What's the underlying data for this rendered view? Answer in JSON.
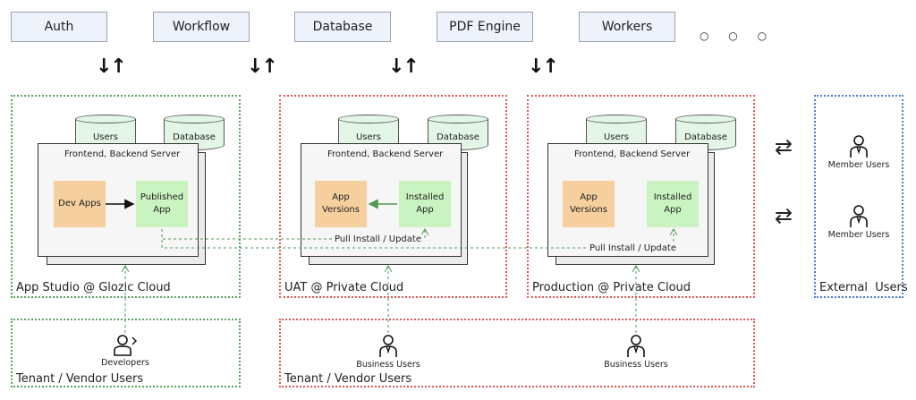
{
  "services": [
    "Auth",
    "Workflow",
    "Database",
    "PDF Engine",
    "Workers"
  ],
  "more_dots": "○ ○ ○",
  "sync_arrows": "↓↑",
  "bidir_arrows": "⇄",
  "zones": {
    "app_studio": "App Studio @ Glozic Cloud",
    "uat": "UAT @ Private Cloud",
    "production": "Production @ Private Cloud",
    "external": "External  Users",
    "tenant_left": "Tenant / Vendor Users",
    "tenant_right": "Tenant / Vendor Users"
  },
  "db_users": "Users",
  "db_database": "Database",
  "server_label": "Frontend, Backend Server",
  "apps": {
    "dev_apps": "Dev Apps",
    "published_app_1": "Published",
    "published_app_2": "App",
    "app_versions_1": "App",
    "app_versions_2": "Versions",
    "installed_app_1": "Installed",
    "installed_app_2": "App"
  },
  "pull_install": "Pull Install / Update",
  "users": {
    "developers": "Developers",
    "business": "Business Users",
    "member": "Member Users"
  },
  "colors": {
    "green_zone": "#5aa45f",
    "red_zone": "#e05555",
    "blue_zone": "#4a7fc8",
    "service_fill": "#eef2fa",
    "dev_apps_fill": "#f5cf9d",
    "app_fill": "#c9f3c1",
    "db_fill": "#e3f5e4"
  }
}
